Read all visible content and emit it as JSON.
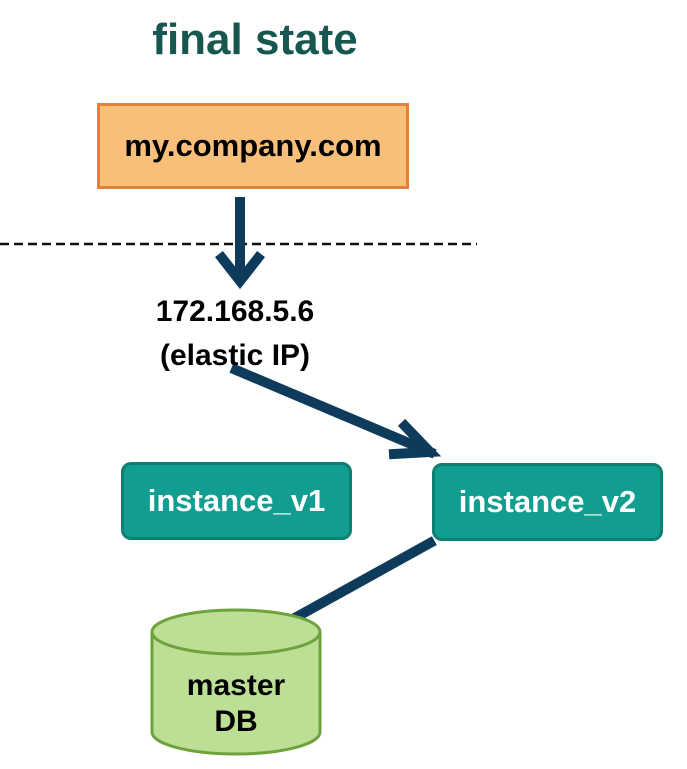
{
  "diagram": {
    "title": "final state",
    "domain_node": {
      "label": "my.company.com"
    },
    "elastic_ip": {
      "address": "172.168.5.6",
      "type_label": "(elastic IP)"
    },
    "instances": [
      {
        "label": "instance_v1"
      },
      {
        "label": "instance_v2"
      }
    ],
    "database": {
      "line_1": "master",
      "line_2": "DB"
    },
    "colors": {
      "title": "#17574f",
      "arrow": "#0e3b5c",
      "domain_fill": "#f8bf7b",
      "domain_border": "#e0813b",
      "instance_fill": "#119d8f",
      "instance_border": "#0d7f73",
      "db_fill": "#bddf95",
      "db_border": "#6ea23d"
    },
    "edges": [
      {
        "from": "domain_node",
        "to": "elastic_ip"
      },
      {
        "from": "elastic_ip",
        "to": "instance_v2"
      },
      {
        "from": "instance_v2",
        "to": "database"
      }
    ]
  }
}
